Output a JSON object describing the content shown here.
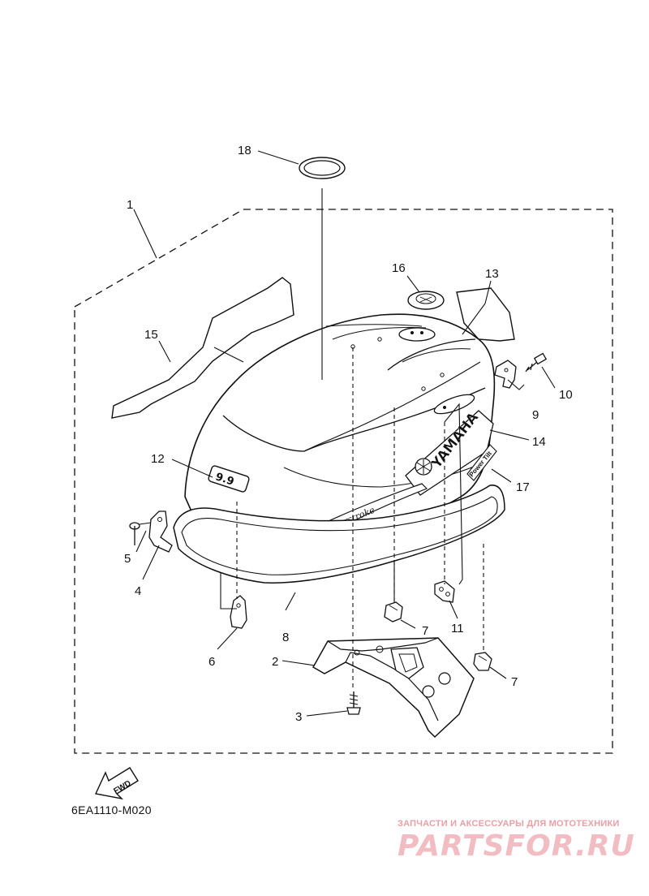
{
  "callouts": {
    "c1": "1",
    "c2": "2",
    "c3": "3",
    "c4": "4",
    "c5": "5",
    "c6": "6",
    "c7a": "7",
    "c7b": "7",
    "c8": "8",
    "c9": "9",
    "c10": "10",
    "c11": "11",
    "c12": "12",
    "c13": "13",
    "c14": "14",
    "c15": "15",
    "c16": "16",
    "c17": "17",
    "c18": "18"
  },
  "decal_brand": "YAMAHA",
  "decal_fourstroke": "Fourstroke",
  "decal_powertilt": "Power Tilt",
  "emblem_text": "9.9",
  "fwd_label": "FWD",
  "figure_code": "6EA1110-M020",
  "watermark_line1": "ЗАПЧАСТИ И АКСЕССУАРЫ ДЛЯ МОТОТЕХНИКИ",
  "watermark_logo": "PARTSFOR.RU",
  "colors": {
    "line": "#111111",
    "watermark": "#f0b2b8"
  }
}
